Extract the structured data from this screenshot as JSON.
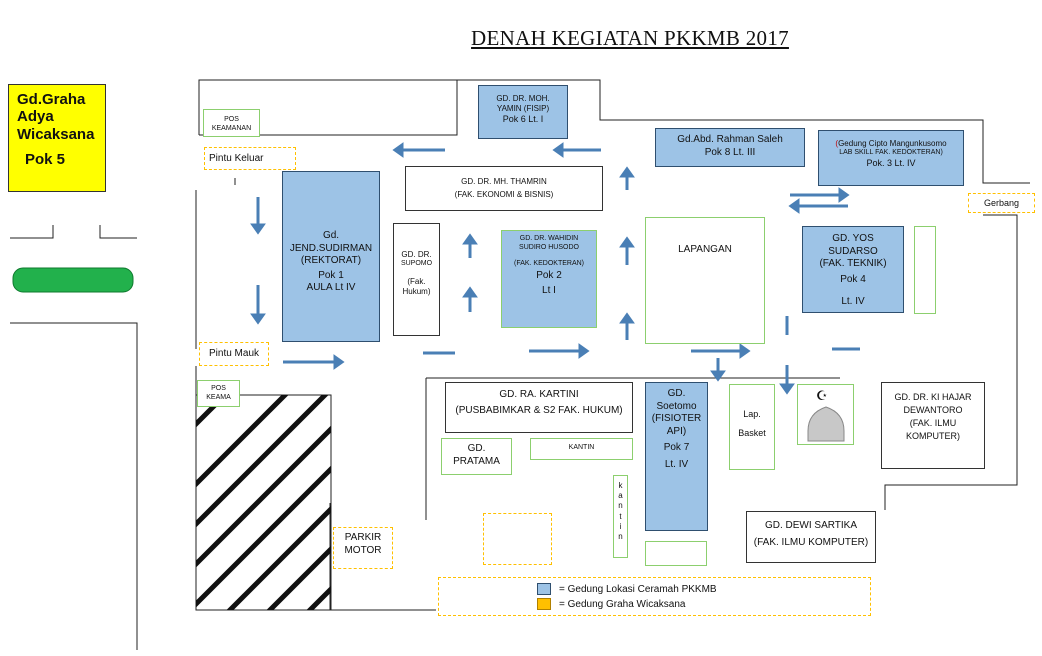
{
  "title": "DENAH KEGIATAN PKKMB 2017",
  "graha": {
    "line1": "Gd.Graha",
    "line2": "Adya",
    "line3": "Wicaksana",
    "pok": "Pok 5"
  },
  "pos_keamanan_top": "POS KEAMANAN",
  "pos_keamanan_bottom": "POS KEAMA",
  "pintu_keluar": "Pintu Keluar",
  "pintu_masuk": "Pintu Mauk",
  "gerbang": "Gerbang",
  "parkir": {
    "line1": "PARKIR",
    "line2": "MOTOR"
  },
  "fisip": {
    "line1": "GD. DR. MOH.",
    "line2": "YAMIN  (FISIP)",
    "line3": "Pok 6  Lt. I"
  },
  "rahman": {
    "line1": "Gd.Abd. Rahman Saleh",
    "line2": "Pok 8  Lt. III"
  },
  "cipto": {
    "paren": "(",
    "line1": "Gedung Cipto Mangunkusomo",
    "line2": "LAB  SKILL  FAK. KEDOKTERAN)",
    "line3": "Pok. 3  Lt. IV"
  },
  "thamrin": {
    "line1": "GD. DR. MH. THAMRIN",
    "line2": "(FAK. EKONOMI & BISNIS)"
  },
  "sudirman": {
    "line1": "Gd.",
    "line2": "JEND.SUDIRMAN",
    "line3": "(REKTORAT)",
    "line4": "Pok  1",
    "line5": "AULA  Lt IV"
  },
  "supomo": {
    "line1": "GD. DR.",
    "line2": "SUPOMO",
    "line3": "(Fak.",
    "line4": "Hukum)"
  },
  "wahidin": {
    "line1": "GD. DR. WAHIDIN",
    "line2": "SUDIRO HUSODO",
    "line3": "(FAK. KEDOKTERAN)",
    "line4": "Pok 2",
    "line5": "Lt  I"
  },
  "lapangan": "LAPANGAN",
  "yos": {
    "line1": "GD. YOS",
    "line2": "SUDARSO",
    "line3": "(FAK. TEKNIK)",
    "line4": "Pok 4",
    "line5": "Lt.  IV"
  },
  "kartini": {
    "line1": "GD. RA. KARTINI",
    "line2": "(PUSBABIMKAR & S2 FAK. HUKUM)"
  },
  "pratama": {
    "line1": "GD.",
    "line2": "PRATAMA"
  },
  "kantin": "KANTIN",
  "kantin_vertical": [
    "k",
    "a",
    "n",
    "t",
    "i",
    "n"
  ],
  "soetomo": {
    "line1": "GD.",
    "line2": "Soetomo",
    "line3": "(FISIOTER",
    "line4": "API)",
    "line5": "Pok 7",
    "line6": "Lt. IV"
  },
  "basket": {
    "line1": "Lap.",
    "line2": "Basket"
  },
  "mosque_symbol": "☪",
  "hajar": {
    "line1": "GD. DR. KI HAJAR",
    "line2": "DEWANTORO",
    "line3": "(FAK. ILMU",
    "line4": "KOMPUTER)"
  },
  "sartika": {
    "line1": "GD. DEWI SARTIKA",
    "line2": "(FAK. ILMU KOMPUTER)"
  },
  "legend": [
    {
      "label": "=  Gedung Lokasi Ceramah  PKKMB",
      "color": "#9dc3e6"
    },
    {
      "label": "=  Gedung Graha Wicaksana",
      "color": "#ffc000"
    }
  ]
}
